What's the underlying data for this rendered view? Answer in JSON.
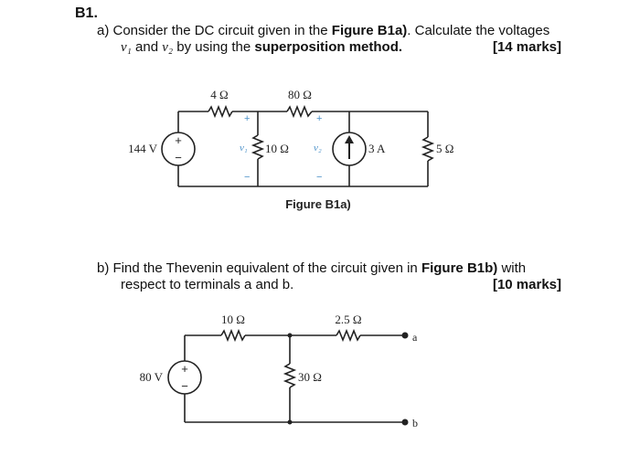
{
  "heading": "B1.",
  "part_a": {
    "line1_pre": "a) Consider the DC circuit given in the ",
    "line1_bold": "Figure B1a)",
    "line1_post": ". Calculate the voltages",
    "v1": "v₁",
    "and": " and ",
    "v2": "v₂",
    "line2_mid": " by using the ",
    "line2_bold": "superposition method.",
    "marks": "[14 marks]"
  },
  "figure_a": {
    "caption": "Figure B1a)",
    "r1": "4 Ω",
    "r2": "80 Ω",
    "r3": "10 Ω",
    "r4": "5 Ω",
    "vsrc": "144 V",
    "isrc": "3 A",
    "v1": "v₁",
    "v2": "v₂",
    "plus": "+",
    "minus": "−"
  },
  "part_b": {
    "line1_pre": "b) Find the Thevenin equivalent of the circuit given in ",
    "line1_bold": "Figure B1b)",
    "line1_post": " with",
    "line2": "respect to terminals a and b.",
    "marks": "[10 marks]"
  },
  "figure_b": {
    "r1": "10 Ω",
    "r2": "2.5 Ω",
    "r3": "30 Ω",
    "vsrc": "80 V",
    "term_a": "a",
    "term_b": "b",
    "plus": "+",
    "minus": "−"
  },
  "colors": {
    "wire": "#222222",
    "polarity": "#4a90c8",
    "text": "#111111"
  }
}
